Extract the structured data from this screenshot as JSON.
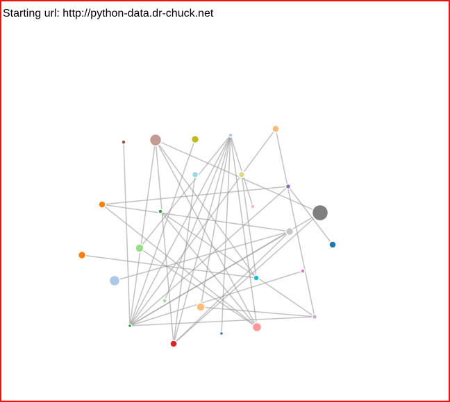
{
  "header": {
    "starting_label": "Starting url:",
    "starting_url": "http://python-data.dr-chuck.net"
  },
  "graph": {
    "edge_color": "#999999",
    "node_stroke": "#ffffff",
    "nodes": [
      {
        "id": "n0",
        "color": "#8c564b"
      },
      {
        "id": "n1",
        "color": "#c49c94"
      },
      {
        "id": "n2",
        "color": "#bcbd22"
      },
      {
        "id": "n3",
        "color": "#aec7e8"
      },
      {
        "id": "n4",
        "color": "#ffbb78"
      },
      {
        "id": "n5",
        "color": "#9edae5"
      },
      {
        "id": "n6",
        "color": "#dbdb8d"
      },
      {
        "id": "n7",
        "color": "#9467bd"
      },
      {
        "id": "n8",
        "color": "#ff7f0e"
      },
      {
        "id": "n9",
        "color": "#2ca02c"
      },
      {
        "id": "n10",
        "color": "#f7b6d2"
      },
      {
        "id": "n11",
        "color": "#7f7f7f"
      },
      {
        "id": "n12",
        "color": "#c7c7c7"
      },
      {
        "id": "n13",
        "color": "#1f77b4"
      },
      {
        "id": "n14",
        "color": "#98df8a"
      },
      {
        "id": "n15",
        "color": "#ff7f0e"
      },
      {
        "id": "n16",
        "color": "#17becf"
      },
      {
        "id": "n17",
        "color": "#e377c2"
      },
      {
        "id": "n18",
        "color": "#aec7e8"
      },
      {
        "id": "n19",
        "color": "#98df8a"
      },
      {
        "id": "n20",
        "color": "#ffbb78"
      },
      {
        "id": "n21",
        "color": "#c5b0d5"
      },
      {
        "id": "n22",
        "color": "#2ca02c"
      },
      {
        "id": "n23",
        "color": "#1f77b4"
      },
      {
        "id": "n24",
        "color": "#ff9896"
      },
      {
        "id": "n25",
        "color": "#d62728"
      }
    ],
    "edges": [
      [
        "n3",
        "n22"
      ],
      [
        "n3",
        "n25"
      ],
      [
        "n3",
        "n24"
      ],
      [
        "n3",
        "n23"
      ],
      [
        "n3",
        "n19"
      ],
      [
        "n3",
        "n20"
      ],
      [
        "n3",
        "n14"
      ],
      [
        "n3",
        "n10"
      ],
      [
        "n1",
        "n22"
      ],
      [
        "n1",
        "n16"
      ],
      [
        "n1",
        "n25"
      ],
      [
        "n1",
        "n11"
      ],
      [
        "n1",
        "n24"
      ],
      [
        "n0",
        "n22"
      ],
      [
        "n2",
        "n22"
      ],
      [
        "n5",
        "n25"
      ],
      [
        "n4",
        "n22"
      ],
      [
        "n4",
        "n21"
      ],
      [
        "n6",
        "n16"
      ],
      [
        "n7",
        "n22"
      ],
      [
        "n7",
        "n8"
      ],
      [
        "n8",
        "n12"
      ],
      [
        "n8",
        "n24"
      ],
      [
        "n9",
        "n21"
      ],
      [
        "n9",
        "n24"
      ],
      [
        "n11",
        "n22"
      ],
      [
        "n11",
        "n25"
      ],
      [
        "n12",
        "n22"
      ],
      [
        "n12",
        "n18"
      ],
      [
        "n12",
        "n25"
      ],
      [
        "n13",
        "n7"
      ],
      [
        "n15",
        "n16"
      ],
      [
        "n17",
        "n22"
      ],
      [
        "n21",
        "n22"
      ],
      [
        "n21",
        "n20"
      ],
      [
        "n14",
        "n24"
      ]
    ]
  }
}
